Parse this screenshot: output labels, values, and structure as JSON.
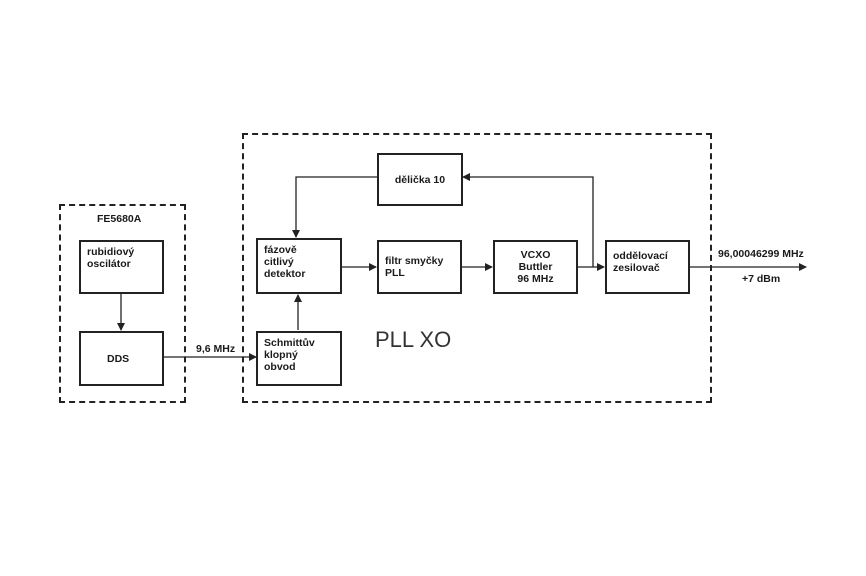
{
  "groups": {
    "fe5680a": {
      "title": "FE5680A"
    },
    "pll_xo": {
      "title": "PLL XO"
    }
  },
  "blocks": {
    "rubidium": "rubidiový\noscilátor",
    "dds": "DDS",
    "phase_detector": "fázově\ncitlivý\ndetektor",
    "schmitt": "Schmittův\nklopný\nobvod",
    "loop_filter": "filtr smyčky\nPLL",
    "vcxo": "VCXO\nButtler\n96 MHz",
    "buffer": "oddělovací\nzesilovač",
    "divider": "dělička 10"
  },
  "signals": {
    "dds_out": "9,6 MHz",
    "output_freq": "96,00046299 MHz",
    "output_power": "+7 dBm"
  }
}
